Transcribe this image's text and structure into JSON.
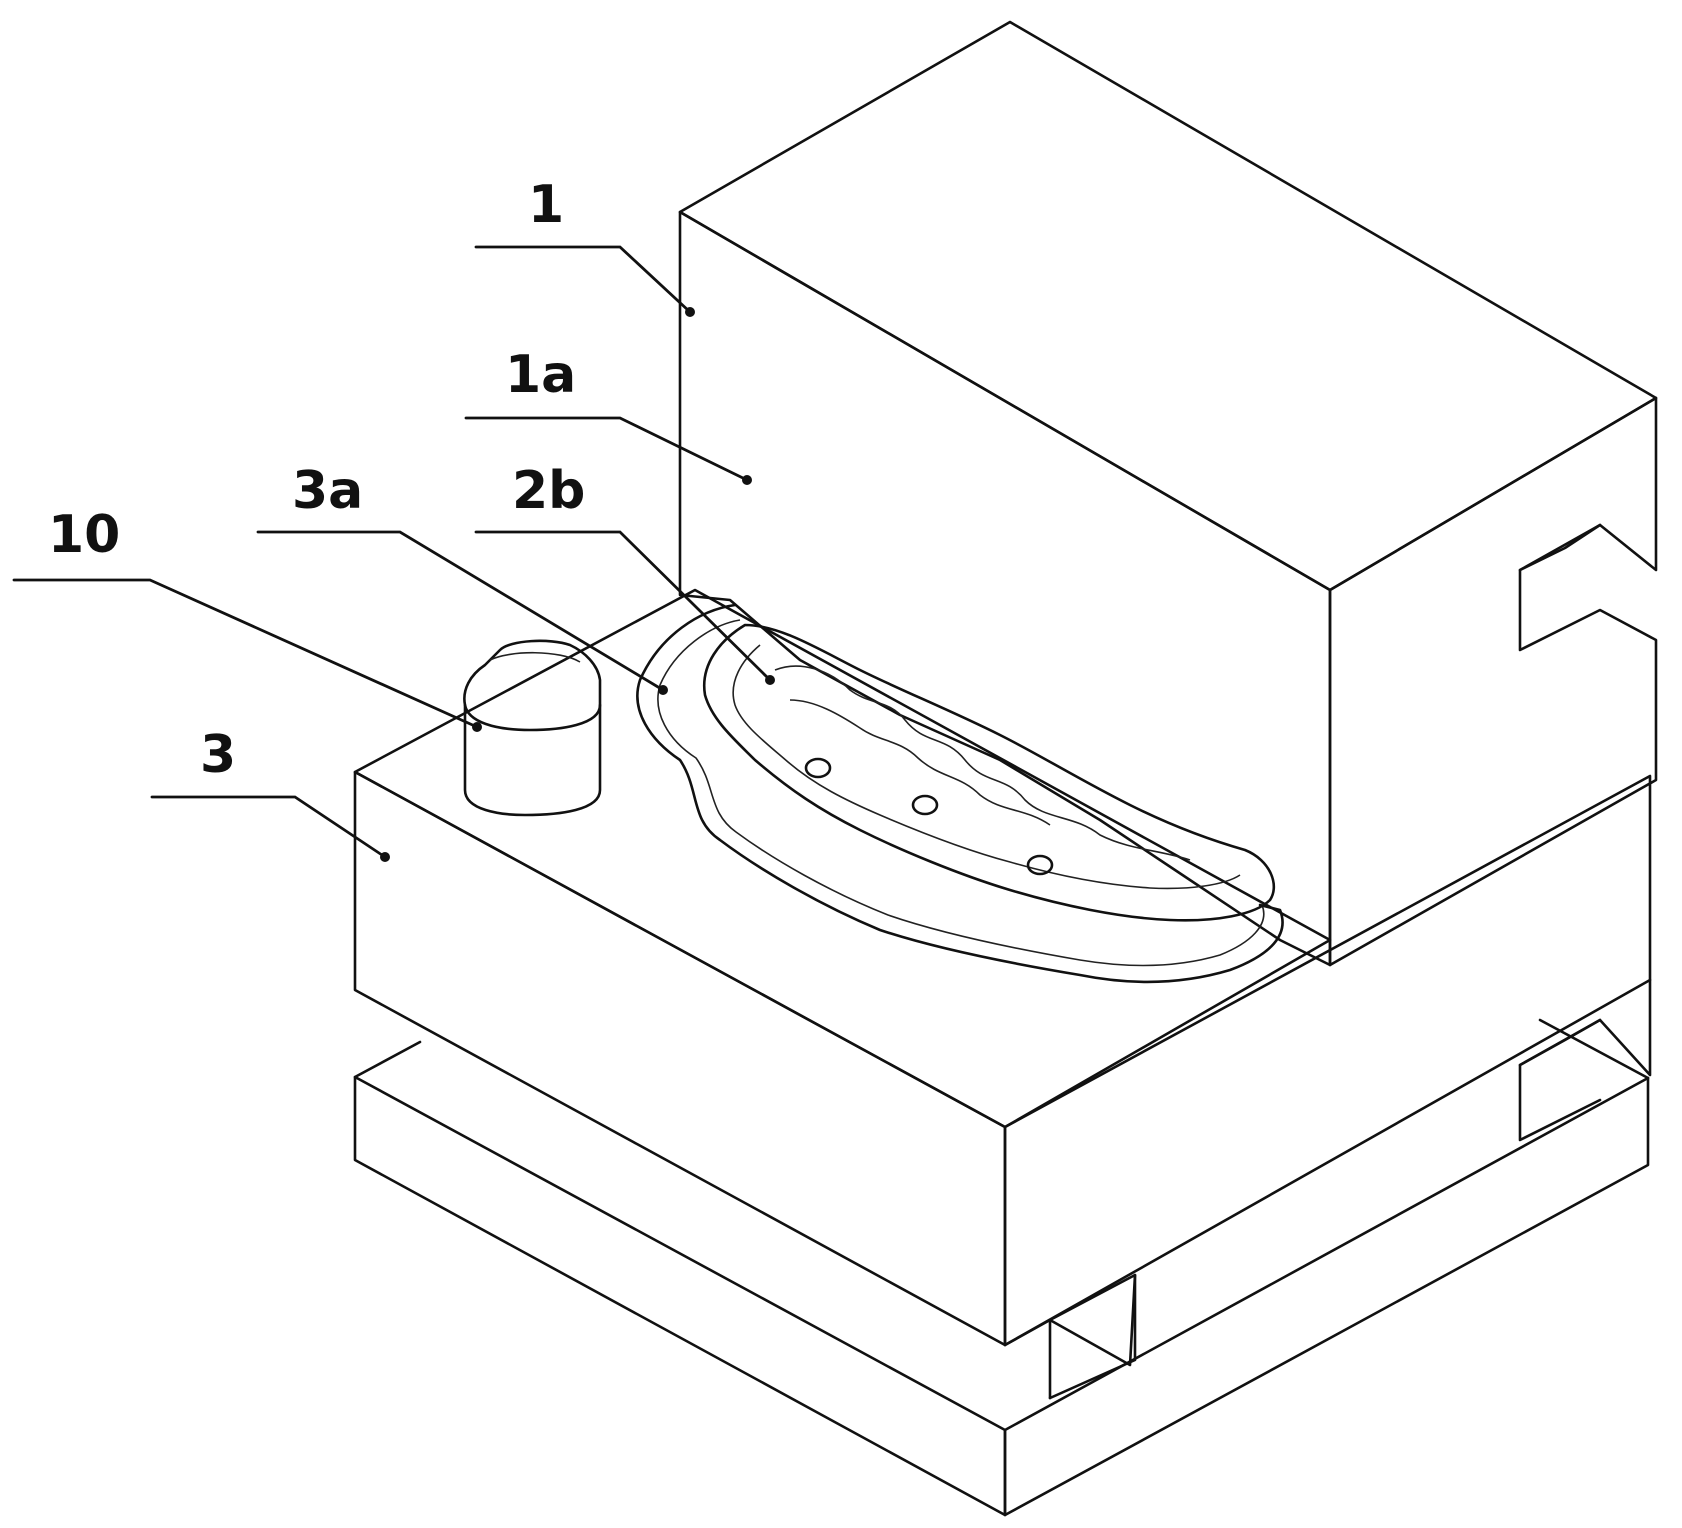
{
  "figure": {
    "colors": {
      "line": "#111111",
      "background": "#ffffff",
      "hatch": "#333333"
    },
    "callouts": [
      {
        "id": "1",
        "label": "1"
      },
      {
        "id": "1a",
        "label": "1a"
      },
      {
        "id": "2b",
        "label": "2b"
      },
      {
        "id": "3a",
        "label": "3a"
      },
      {
        "id": "10",
        "label": "10"
      },
      {
        "id": "3",
        "label": "3"
      }
    ]
  }
}
